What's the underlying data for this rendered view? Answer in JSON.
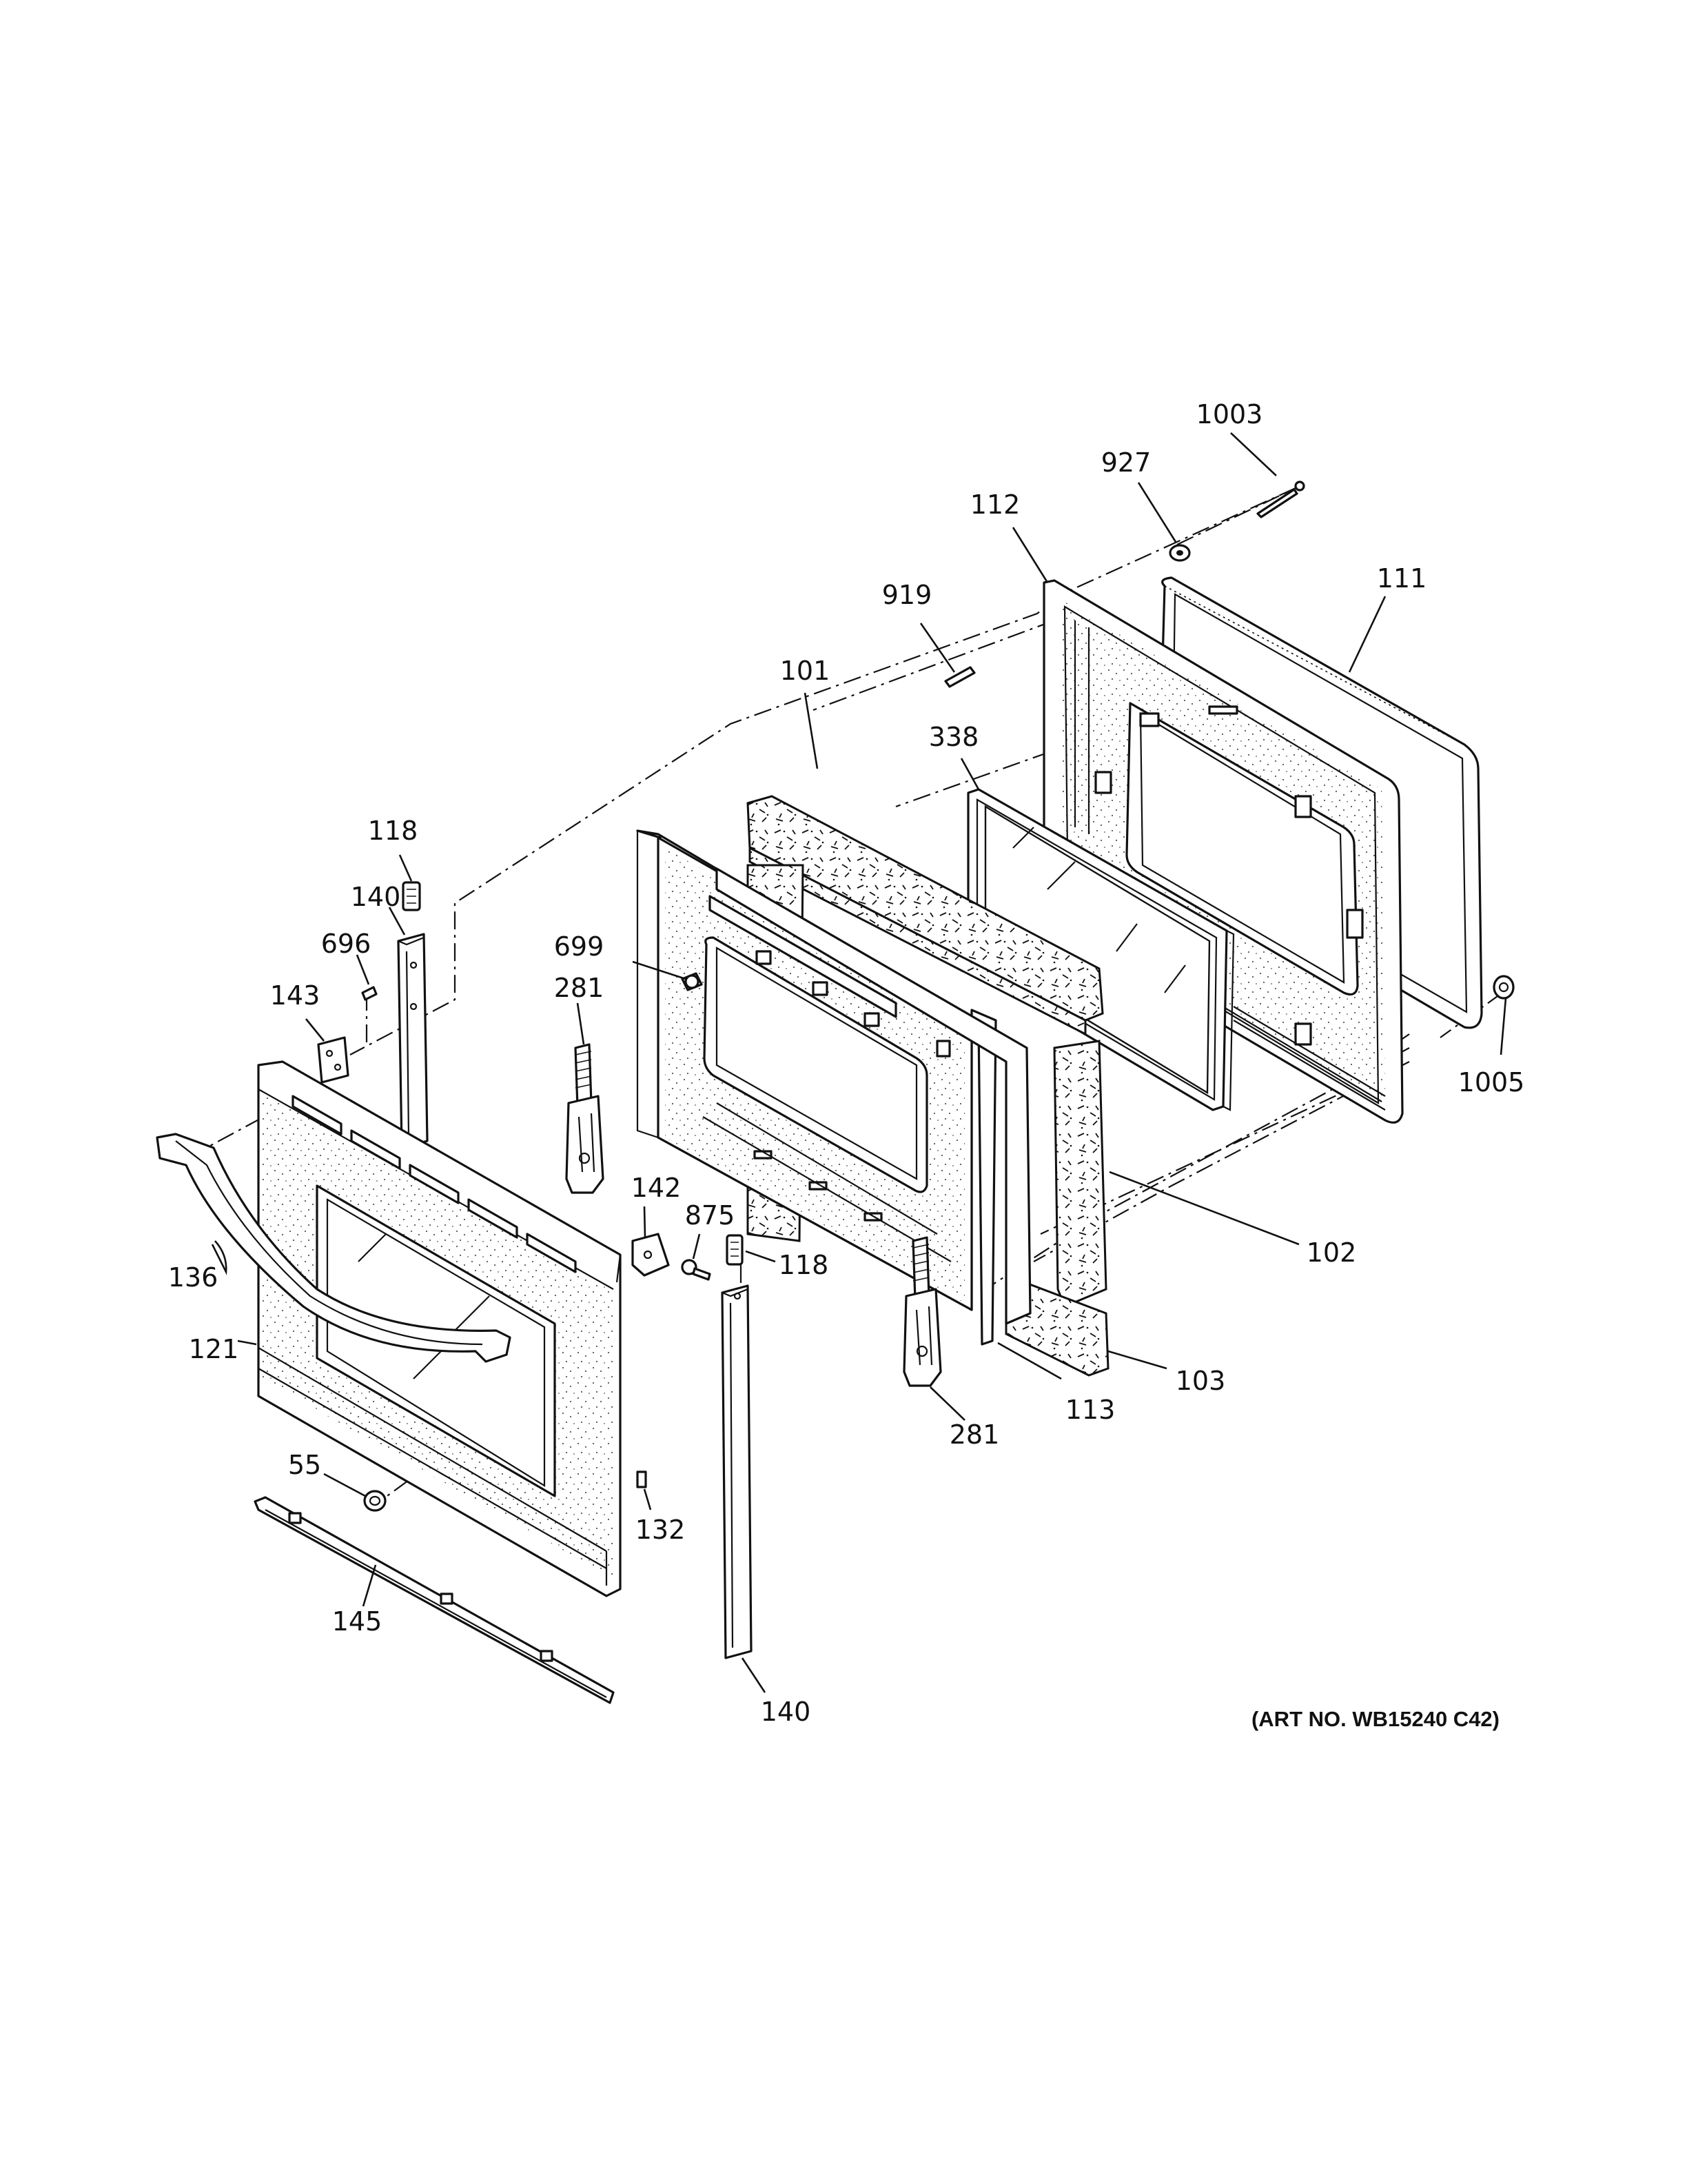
{
  "diagram": {
    "art_number": "(ART NO. WB15240 C42)",
    "callouts": {
      "c1003": "1003",
      "c927": "927",
      "c112": "112",
      "c111": "111",
      "c919": "919",
      "c101": "101",
      "c338": "338",
      "c118a": "118",
      "c140a": "140",
      "c696": "696",
      "c699": "699",
      "c281a": "281",
      "c143": "143",
      "c1005": "1005",
      "c142": "142",
      "c875": "875",
      "c118b": "118",
      "c102": "102",
      "c136": "136",
      "c121": "121",
      "c103": "103",
      "c113": "113",
      "c281b": "281",
      "c55": "55",
      "c132": "132",
      "c145": "145",
      "c140b": "140"
    }
  }
}
